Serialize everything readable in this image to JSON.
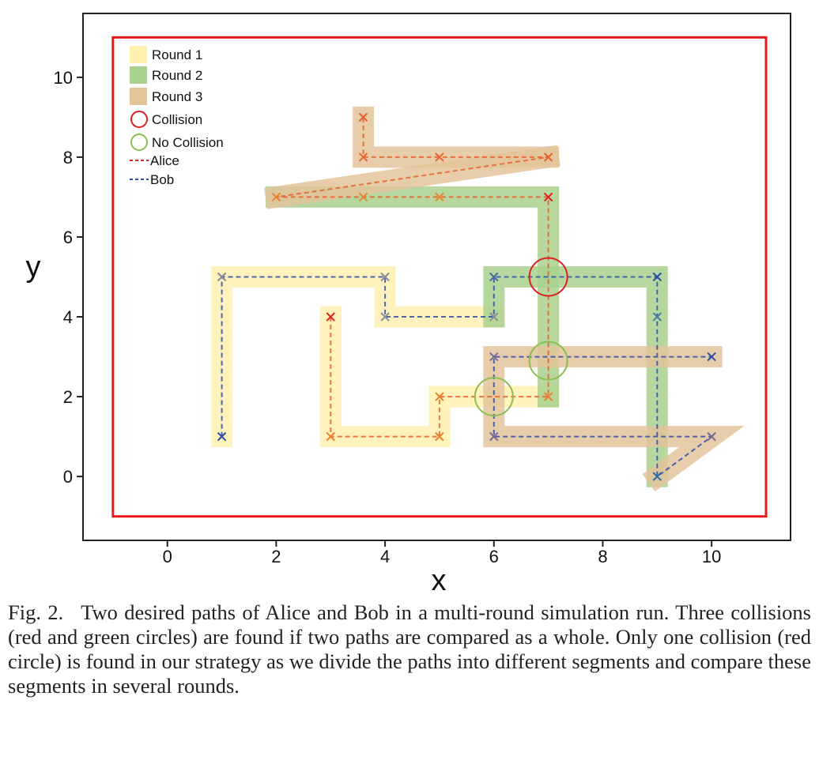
{
  "chart_data": {
    "type": "scatter",
    "xlabel": "x",
    "ylabel": "y",
    "xlim": [
      -1.55,
      11.45
    ],
    "ylim": [
      -1.6,
      11.6
    ],
    "xticks": [
      0,
      2,
      4,
      6,
      8,
      10
    ],
    "yticks": [
      0,
      2,
      4,
      6,
      8,
      10
    ],
    "grid": false,
    "legend_position": "top-left",
    "boundary": {
      "color": "#e8191c",
      "x0": -1,
      "y0": -1,
      "x1": 11,
      "y1": 11
    },
    "rounds": [
      {
        "name": "Round 1",
        "color": "#fff0b0",
        "segments": [
          [
            [
              1,
              1
            ],
            [
              1,
              5
            ],
            [
              4,
              5
            ],
            [
              4,
              4
            ],
            [
              6,
              4
            ]
          ],
          [
            [
              3,
              4
            ],
            [
              3,
              1
            ],
            [
              5,
              1
            ],
            [
              5,
              2
            ],
            [
              7,
              2
            ]
          ]
        ]
      },
      {
        "name": "Round 2",
        "color": "#a9d18e",
        "segments": [
          [
            [
              2,
              7
            ],
            [
              7,
              7
            ],
            [
              7,
              2
            ]
          ],
          [
            [
              6,
              4
            ],
            [
              6,
              5
            ],
            [
              9,
              5
            ],
            [
              9,
              0
            ]
          ]
        ]
      },
      {
        "name": "Round 3",
        "color": "#e3c49b",
        "segments": [
          [
            [
              7,
              8
            ],
            [
              3.6,
              8
            ],
            [
              3.6,
              9
            ]
          ],
          [
            [
              7,
              8
            ],
            [
              2,
              7
            ]
          ],
          [
            [
              10,
              3
            ],
            [
              6,
              3
            ],
            [
              6,
              1
            ],
            [
              10,
              1
            ],
            [
              9,
              0
            ]
          ]
        ]
      }
    ],
    "paths": [
      {
        "name": "Alice",
        "color": "#e8602c",
        "points": [
          [
            3,
            4
          ],
          [
            3,
            1
          ],
          [
            5,
            1
          ],
          [
            5,
            2
          ],
          [
            7,
            2
          ],
          [
            7,
            7
          ],
          [
            2,
            7
          ],
          [
            7,
            8
          ],
          [
            3.6,
            8
          ],
          [
            3.6,
            9
          ]
        ]
      },
      {
        "name": "Bob",
        "color": "#2e4fa8",
        "points": [
          [
            1,
            1
          ],
          [
            1,
            5
          ],
          [
            4,
            5
          ],
          [
            4,
            4
          ],
          [
            6,
            4
          ],
          [
            6,
            5
          ],
          [
            9,
            5
          ],
          [
            9,
            0
          ],
          [
            10,
            1
          ],
          [
            6,
            1
          ],
          [
            6,
            3
          ],
          [
            10,
            3
          ]
        ]
      }
    ],
    "markers": [
      {
        "x": 3,
        "y": 4,
        "color": "#e01f1f"
      },
      {
        "x": 3,
        "y": 1,
        "color": "#e8822c"
      },
      {
        "x": 5,
        "y": 1,
        "color": "#e8822c"
      },
      {
        "x": 5,
        "y": 2,
        "color": "#e8822c"
      },
      {
        "x": 7,
        "y": 2,
        "color": "#e8822c"
      },
      {
        "x": 7,
        "y": 7,
        "color": "#e01f1f"
      },
      {
        "x": 5,
        "y": 7,
        "color": "#e8822c"
      },
      {
        "x": 3.6,
        "y": 7,
        "color": "#e8822c"
      },
      {
        "x": 2,
        "y": 7,
        "color": "#e8822c"
      },
      {
        "x": 7,
        "y": 8,
        "color": "#e8602c"
      },
      {
        "x": 5,
        "y": 8,
        "color": "#e8602c"
      },
      {
        "x": 3.6,
        "y": 8,
        "color": "#e8602c"
      },
      {
        "x": 3.6,
        "y": 9,
        "color": "#e8602c"
      },
      {
        "x": 1,
        "y": 1,
        "color": "#2e4fa8"
      },
      {
        "x": 1,
        "y": 5,
        "color": "#8a8a9a"
      },
      {
        "x": 4,
        "y": 5,
        "color": "#8a8a9a"
      },
      {
        "x": 4,
        "y": 4,
        "color": "#8a8a9a"
      },
      {
        "x": 6,
        "y": 4,
        "color": "#8a8a9a"
      },
      {
        "x": 6,
        "y": 5,
        "color": "#4a6aa0"
      },
      {
        "x": 9,
        "y": 5,
        "color": "#2e4fa8"
      },
      {
        "x": 9,
        "y": 4,
        "color": "#4a7aa0"
      },
      {
        "x": 9,
        "y": 0,
        "color": "#2e6aa8"
      },
      {
        "x": 10,
        "y": 1,
        "color": "#7a6a9a"
      },
      {
        "x": 6,
        "y": 1,
        "color": "#7a6a9a"
      },
      {
        "x": 6,
        "y": 3,
        "color": "#7a6a9a"
      },
      {
        "x": 10,
        "y": 3,
        "color": "#2e4fa8"
      }
    ],
    "collisions": [
      {
        "label": "Collision",
        "x": 7,
        "y": 5,
        "color": "#e01f1f"
      },
      {
        "label": "No Collision",
        "x": 7,
        "y": 2.9,
        "color": "#8cbf50"
      },
      {
        "label": "No Collision",
        "x": 6,
        "y": 2,
        "color": "#8cbf50"
      }
    ],
    "legend": [
      {
        "label": "Round 1",
        "kind": "band",
        "color": "#fff0b0"
      },
      {
        "label": "Round 2",
        "kind": "band",
        "color": "#a9d18e"
      },
      {
        "label": "Round 3",
        "kind": "band",
        "color": "#e3c49b"
      },
      {
        "label": "Collision",
        "kind": "circle",
        "color": "#e01f1f"
      },
      {
        "label": "No Collision",
        "kind": "circle",
        "color": "#8cbf50"
      },
      {
        "label": "Alice",
        "kind": "dash",
        "color": "#e01f1f"
      },
      {
        "label": "Bob",
        "kind": "dash",
        "color": "#2e4fa8"
      }
    ]
  },
  "caption": {
    "label": "Fig. 2.",
    "text": "Two desired paths of Alice and Bob in a multi-round simulation run. Three collisions (red and green circles) are found if two paths are compared as a whole. Only one collision (red circle) is found in our strategy as we divide the paths into different segments and compare these segments in several rounds."
  }
}
